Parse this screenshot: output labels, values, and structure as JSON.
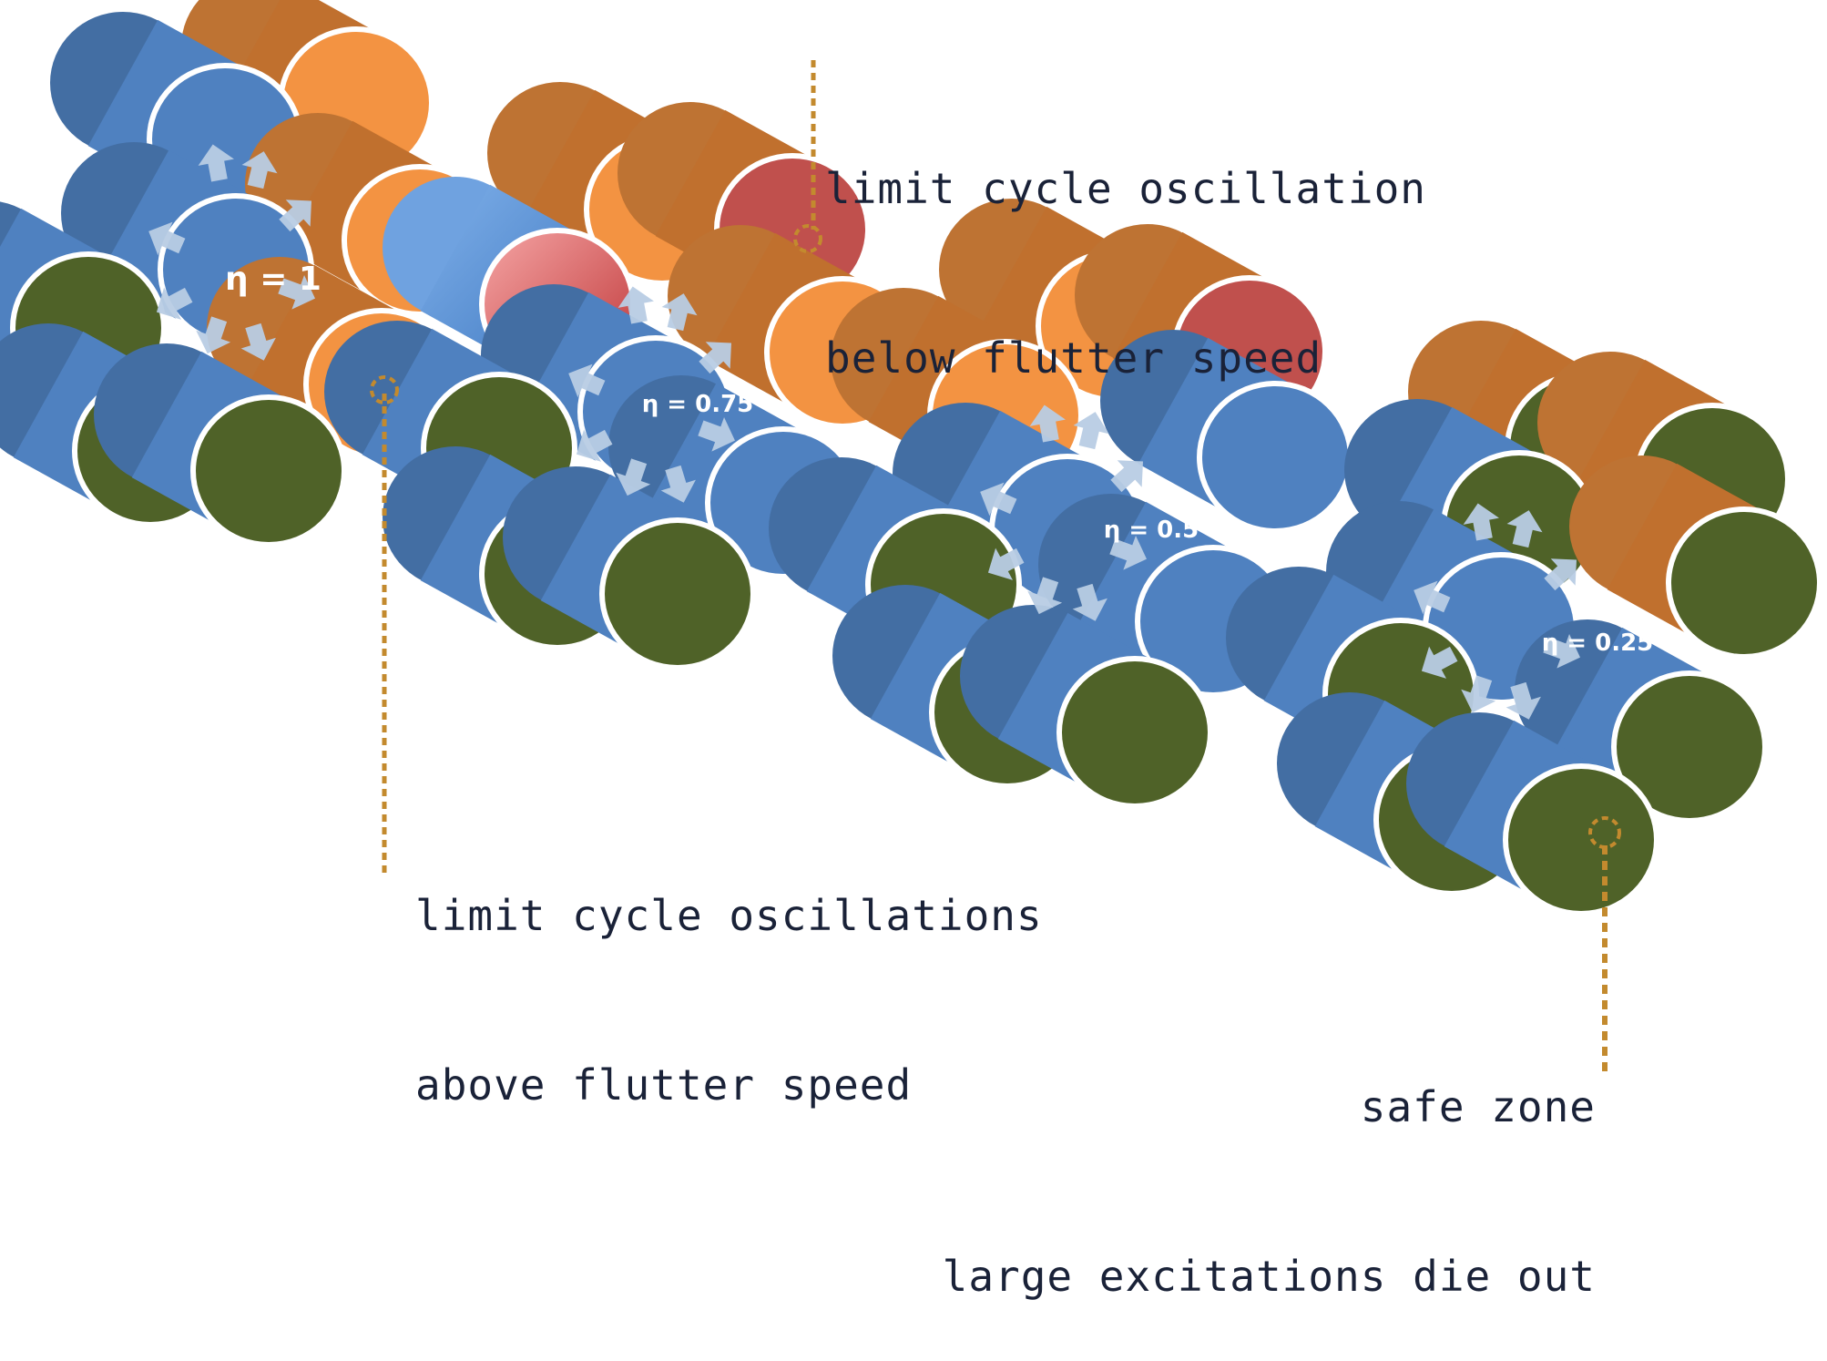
{
  "colors": {
    "blue": "#4f81c0",
    "orange": "#f39342",
    "red": "#c0504d",
    "green": "#4f6228",
    "arrow": "#b8cce4",
    "annotation_line": "#c38a2e",
    "annotation_text": "#1a2238"
  },
  "clusters": [
    {
      "eta_label": "η = 1"
    },
    {
      "eta_label": "η = 0.75"
    },
    {
      "eta_label": "η = 0.5"
    },
    {
      "eta_label": "η = 0.25"
    }
  ],
  "annotations": {
    "lco_below": {
      "line1": "limit cycle oscillation",
      "line2": "below flutter speed"
    },
    "lco_above": {
      "line1": "limit cycle oscillations",
      "line2": "above flutter speed"
    },
    "safe_zone": {
      "line1": "safe zone",
      "line2": "large excitations die out"
    }
  }
}
